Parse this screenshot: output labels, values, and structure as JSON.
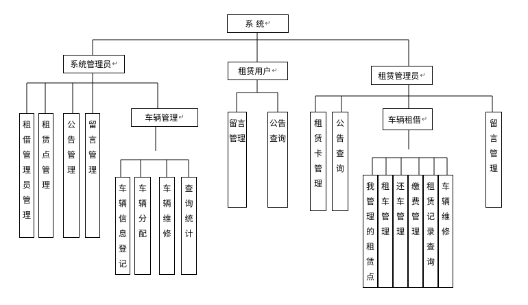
{
  "return_mark": "↵",
  "nodes": {
    "root": "系 统",
    "admin": "系统管理员",
    "renter": "租赁用户",
    "lease_admin": "租赁管理员",
    "admin_children": {
      "a1": "租借管理员管理",
      "a2": "租赁点管理",
      "a3": "公告管理",
      "a4": "留言管理",
      "vehicle_mgmt": "车辆管理",
      "v1": "车辆信息登记",
      "v2": "车辆分配",
      "v3": "车辆维修",
      "v4": "查询统计"
    },
    "renter_children": {
      "r1": "留言管理",
      "r2": "公告查询"
    },
    "lease_children": {
      "l1": "租赁卡管理",
      "l2": "公告查询",
      "vehicle_lease": "车辆租借",
      "l4": "留言管理",
      "c1": "我管理的租赁点",
      "c2": "租车管理",
      "c3": "还车管理",
      "c4": "缴费管理",
      "c5": "租赁记录查询",
      "c6": "车辆维修"
    }
  }
}
